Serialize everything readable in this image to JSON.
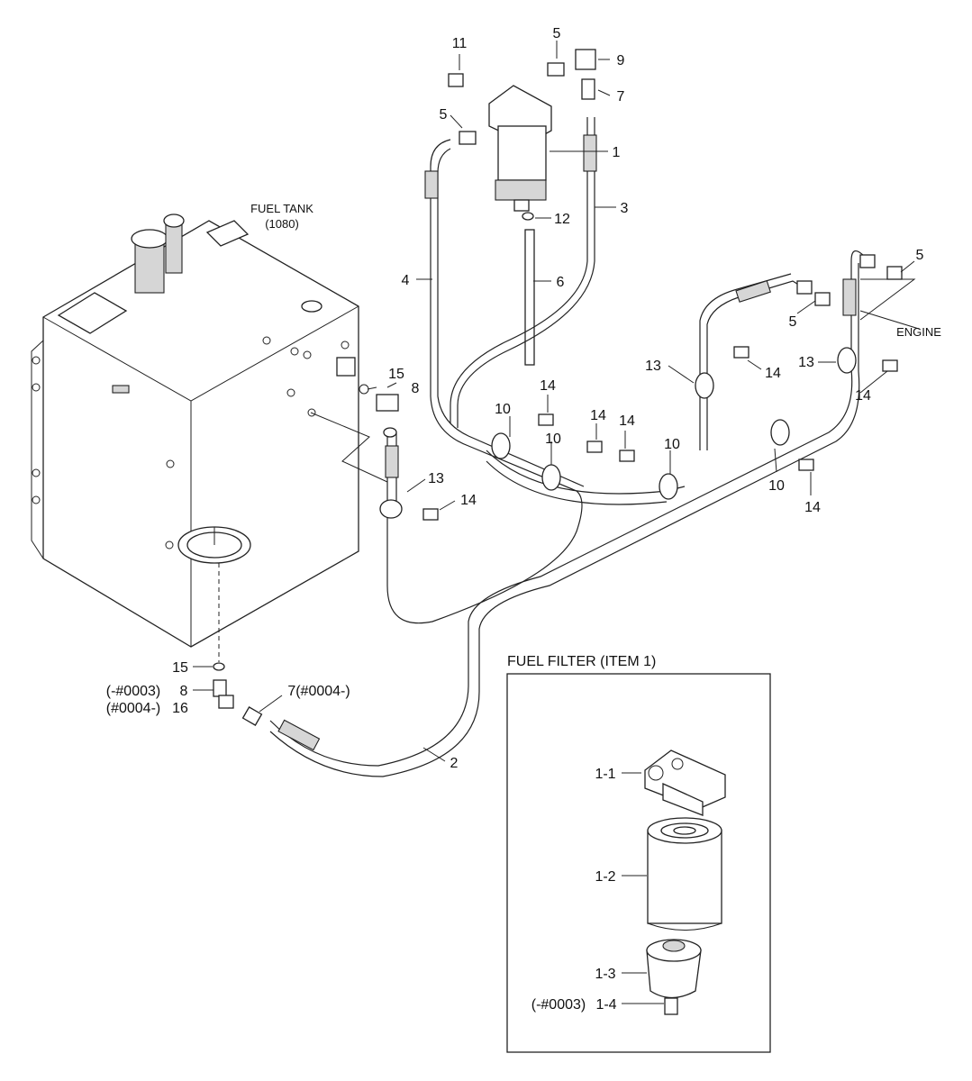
{
  "fuel_tank": {
    "title": "FUEL TANK",
    "subtitle": "(1080)"
  },
  "engine_label": "ENGINE",
  "inset": {
    "title": "FUEL FILTER (ITEM 1)"
  },
  "callouts": {
    "p11": "11",
    "p5a": "5",
    "p9": "9",
    "p7a": "7",
    "p5b": "5",
    "p1": "1",
    "p12": "12",
    "p3": "3",
    "p4": "4",
    "p6": "6",
    "p5c": "5",
    "p5d": "5",
    "p13a": "13",
    "p14a": "14",
    "p13b": "13",
    "p14b": "14",
    "p15a": "15",
    "p8a": "8",
    "p10a": "10",
    "p14c": "14",
    "p10b": "10",
    "p14d": "14",
    "p14e": "14",
    "p10c": "10",
    "p10d": "10",
    "p14f": "14",
    "p13c": "13",
    "p14g": "14",
    "p15b": "15",
    "p8b_prefix": "(-#0003)",
    "p8b": "8",
    "p16_prefix": "(#0004-)",
    "p16": "16",
    "p7b": "7(#0004-)",
    "p2": "2",
    "i1_1": "1-1",
    "i1_2": "1-2",
    "i1_3": "1-3",
    "i1_4_prefix": "(-#0003)",
    "i1_4": "1-4"
  }
}
